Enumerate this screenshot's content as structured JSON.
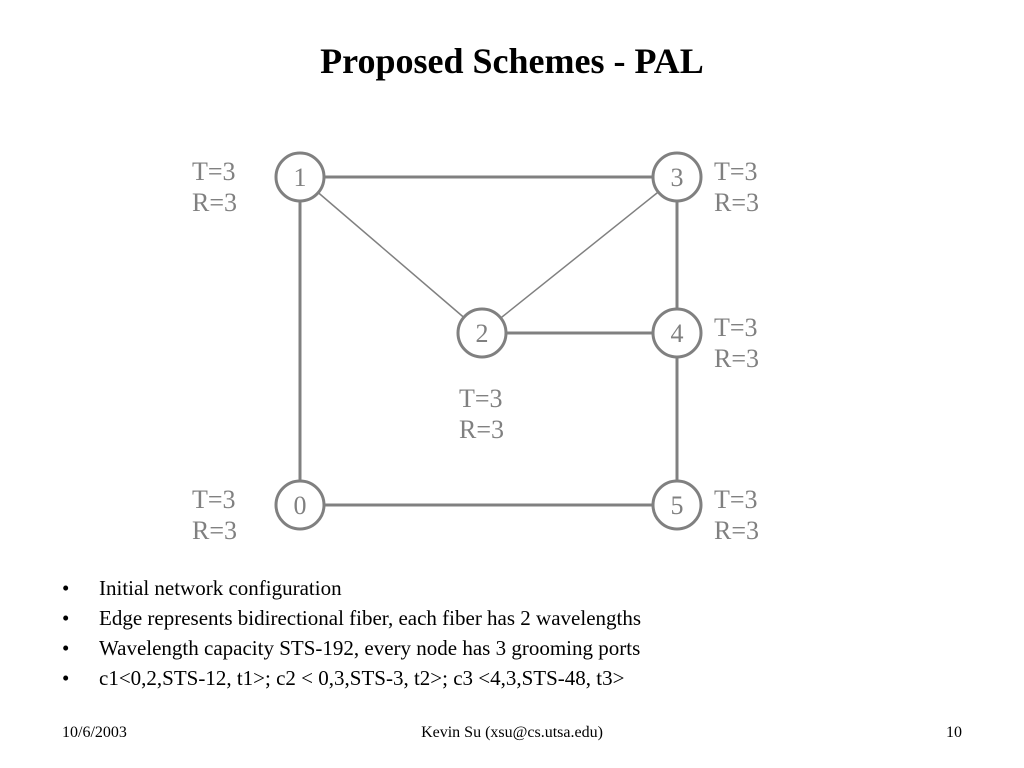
{
  "slide": {
    "title": "Proposed Schemes - PAL"
  },
  "diagram": {
    "nodes": [
      {
        "id": "1",
        "label": "1",
        "t": "T=3",
        "r": "R=3"
      },
      {
        "id": "3",
        "label": "3",
        "t": "T=3",
        "r": "R=3"
      },
      {
        "id": "2",
        "label": "2",
        "t": "T=3",
        "r": "R=3"
      },
      {
        "id": "4",
        "label": "4",
        "t": "T=3",
        "r": "R=3"
      },
      {
        "id": "0",
        "label": "0",
        "t": "T=3",
        "r": "R=3"
      },
      {
        "id": "5",
        "label": "5",
        "t": "T=3",
        "r": "R=3"
      }
    ],
    "edges": [
      [
        "1",
        "3"
      ],
      [
        "1",
        "2"
      ],
      [
        "2",
        "3"
      ],
      [
        "3",
        "4"
      ],
      [
        "2",
        "4"
      ],
      [
        "1",
        "0"
      ],
      [
        "4",
        "5"
      ],
      [
        "0",
        "5"
      ]
    ],
    "line_color": "#808080",
    "text_color": "#808080"
  },
  "bullets": [
    {
      "marker": "•",
      "text": "Initial network configuration"
    },
    {
      "marker": "•",
      "text": "Edge represents bidirectional fiber, each fiber has 2 wavelengths"
    },
    {
      "marker": "•",
      "text": "Wavelength capacity STS-192, every node has 3 grooming ports"
    },
    {
      "marker": "•",
      "text": "c1<0,2,STS-12, t1>; c2 < 0,3,STS-3, t2>; c3 <4,3,STS-48, t3>"
    }
  ],
  "footer": {
    "date": "10/6/2003",
    "author": "Kevin Su (xsu@cs.utsa.edu)",
    "page": "10"
  }
}
